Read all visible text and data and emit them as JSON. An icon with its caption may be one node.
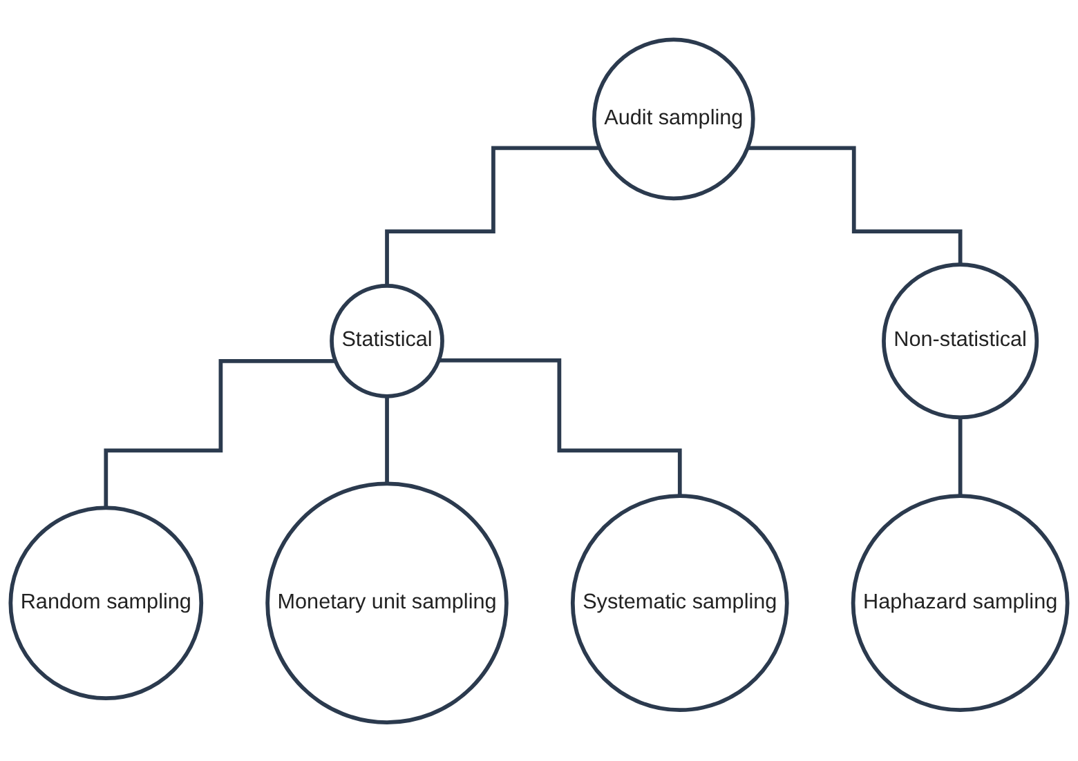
{
  "diagram": {
    "nodes": [
      {
        "text": [
          "Audit sampling"
        ]
      },
      {
        "text": [
          "Statistical"
        ]
      },
      {
        "text": [
          "Non-statistical"
        ]
      },
      {
        "text": [
          "Random sampling"
        ]
      },
      {
        "text": [
          "Monetary unit sampling"
        ]
      },
      {
        "text": [
          "Systematic sampling"
        ]
      },
      {
        "text": [
          "Haphazard sampling"
        ]
      }
    ],
    "edges": [
      {
        "from": 0,
        "to": 1,
        "arrow": "none"
      },
      {
        "from": 0,
        "to": 2,
        "arrow": "none"
      },
      {
        "from": 1,
        "to": 3,
        "arrow": "none"
      },
      {
        "from": 1,
        "to": 4,
        "arrow": "none"
      },
      {
        "from": 1,
        "to": 5,
        "arrow": "none"
      },
      {
        "from": 2,
        "to": 6,
        "arrow": "none"
      }
    ]
  }
}
